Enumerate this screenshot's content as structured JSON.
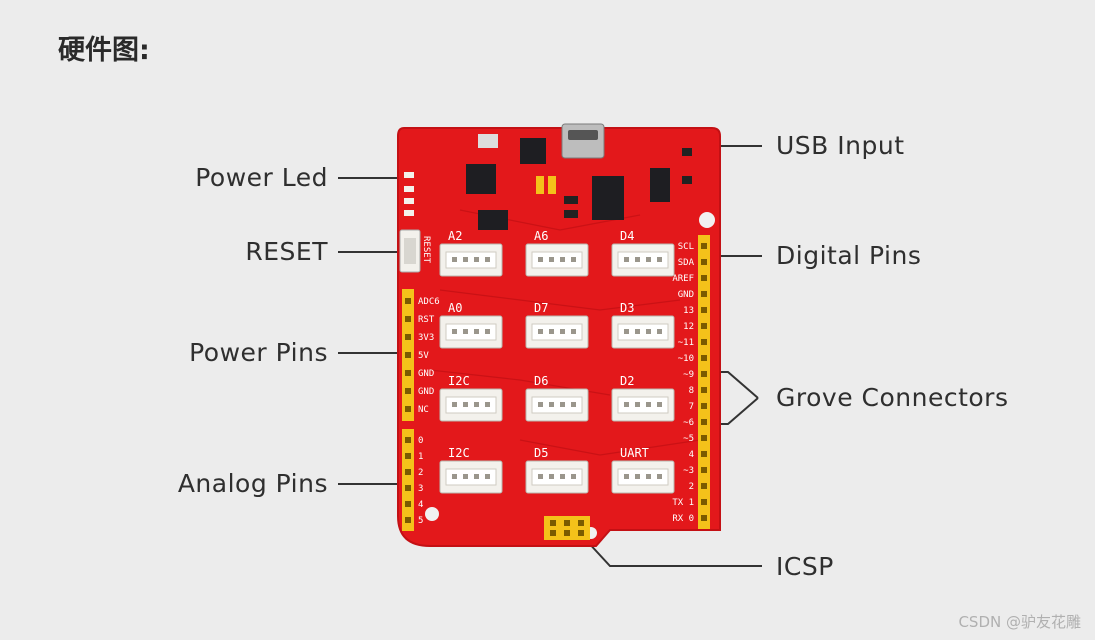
{
  "heading": "硬件图:",
  "callouts": {
    "power_led": "Power Led",
    "reset": "RESET",
    "power_pins": "Power Pins",
    "analog_pins": "Analog Pins",
    "usb_input": "USB Input",
    "digital_pins": "Digital Pins",
    "grove_connectors": "Grove Connectors",
    "icsp": "ICSP"
  },
  "board": {
    "grove_labels": [
      "A2",
      "A6",
      "D4",
      "A0",
      "D7",
      "D3",
      "I2C",
      "D6",
      "D2",
      "I2C",
      "D5",
      "UART"
    ],
    "left_header_labels": [
      "ADC6",
      "RST",
      "3V3",
      "5V",
      "GND",
      "GND",
      "NC"
    ],
    "analog_header_labels": [
      "0",
      "1",
      "2",
      "3",
      "4",
      "5"
    ],
    "right_header_labels": [
      "SCL",
      "SDA",
      "AREF",
      "GND",
      "13",
      "12",
      "~11",
      "~10",
      "~9",
      "8",
      "7",
      "~6",
      "~5",
      "4",
      "~3",
      "2",
      "TX 1",
      "RX 0"
    ],
    "reset_label": "RESET",
    "colors": {
      "pcb": "#e3181b",
      "pcb_dark": "#c41014",
      "header": "#f4c21a",
      "grove": "#f3f1ec",
      "chip": "#1e1e22",
      "leader": "#333333"
    }
  },
  "watermark": "CSDN @驴友花雕"
}
